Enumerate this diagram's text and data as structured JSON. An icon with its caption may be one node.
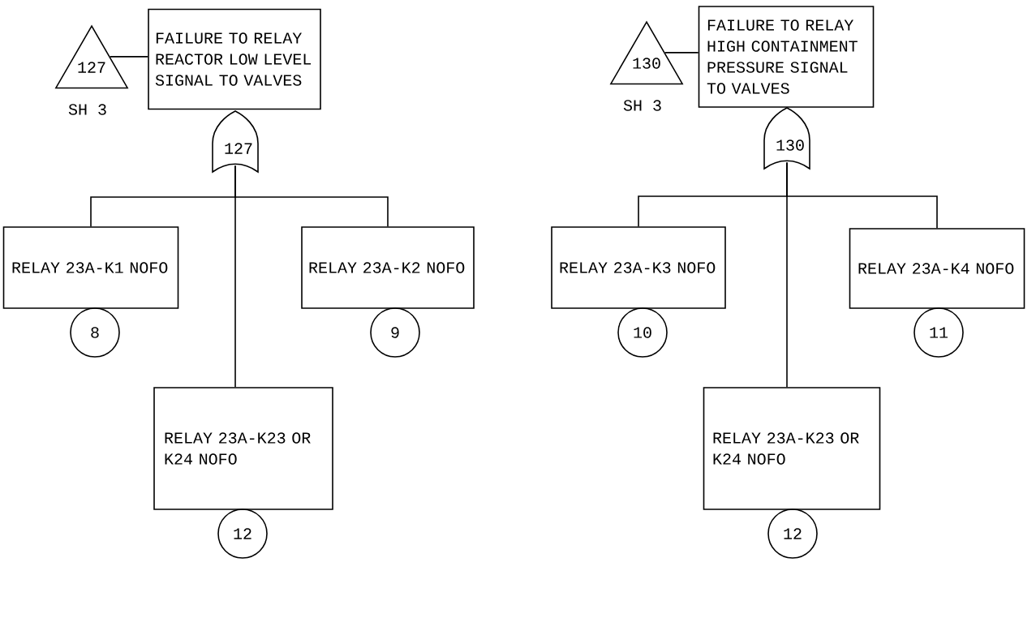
{
  "diagram": {
    "nodes": [
      {
        "text": [
          "127"
        ],
        "beside": [
          "SH 3"
        ]
      },
      {
        "text": [
          "FAILURE TO RELAY REACTOR LOW LEVEL SIGNAL TO VALVES"
        ]
      },
      {
        "text": [
          "127"
        ]
      },
      {
        "text": [
          "RELAY 23A-K1 NOFO"
        ]
      },
      {
        "text": [
          "8"
        ]
      },
      {
        "text": [
          "RELAY 23A-K2 NOFO"
        ]
      },
      {
        "text": [
          "9"
        ]
      },
      {
        "text": [
          "RELAY 23A-K23 OR K24 NOFO"
        ]
      },
      {
        "text": [
          "12"
        ]
      },
      {
        "text": [
          "130"
        ],
        "beside": [
          "SH 3"
        ]
      },
      {
        "text": [
          "FAILURE TO RELAY HIGH CONTAINMENT PRESSURE SIGNAL TO VALVES"
        ]
      },
      {
        "text": [
          "130"
        ]
      },
      {
        "text": [
          "RELAY 23A-K3 NOFO"
        ]
      },
      {
        "text": [
          "10"
        ]
      },
      {
        "text": [
          "RELAY 23A-K4 NOFO"
        ]
      },
      {
        "text": [
          "11"
        ]
      },
      {
        "text": [
          "RELAY 23A-K23 OR K24 NOFO"
        ]
      },
      {
        "text": [
          "12"
        ]
      }
    ],
    "edges": [
      {
        "from": 0,
        "to": 1,
        "arrow": "none"
      },
      {
        "from": 2,
        "to": 3,
        "arrow": "none"
      },
      {
        "from": 2,
        "to": 5,
        "arrow": "none"
      },
      {
        "from": 2,
        "to": 7,
        "arrow": "none"
      },
      {
        "from": 9,
        "to": 10,
        "arrow": "none"
      },
      {
        "from": 11,
        "to": 12,
        "arrow": "none"
      },
      {
        "from": 11,
        "to": 14,
        "arrow": "none"
      },
      {
        "from": 11,
        "to": 16,
        "arrow": "none"
      }
    ]
  }
}
